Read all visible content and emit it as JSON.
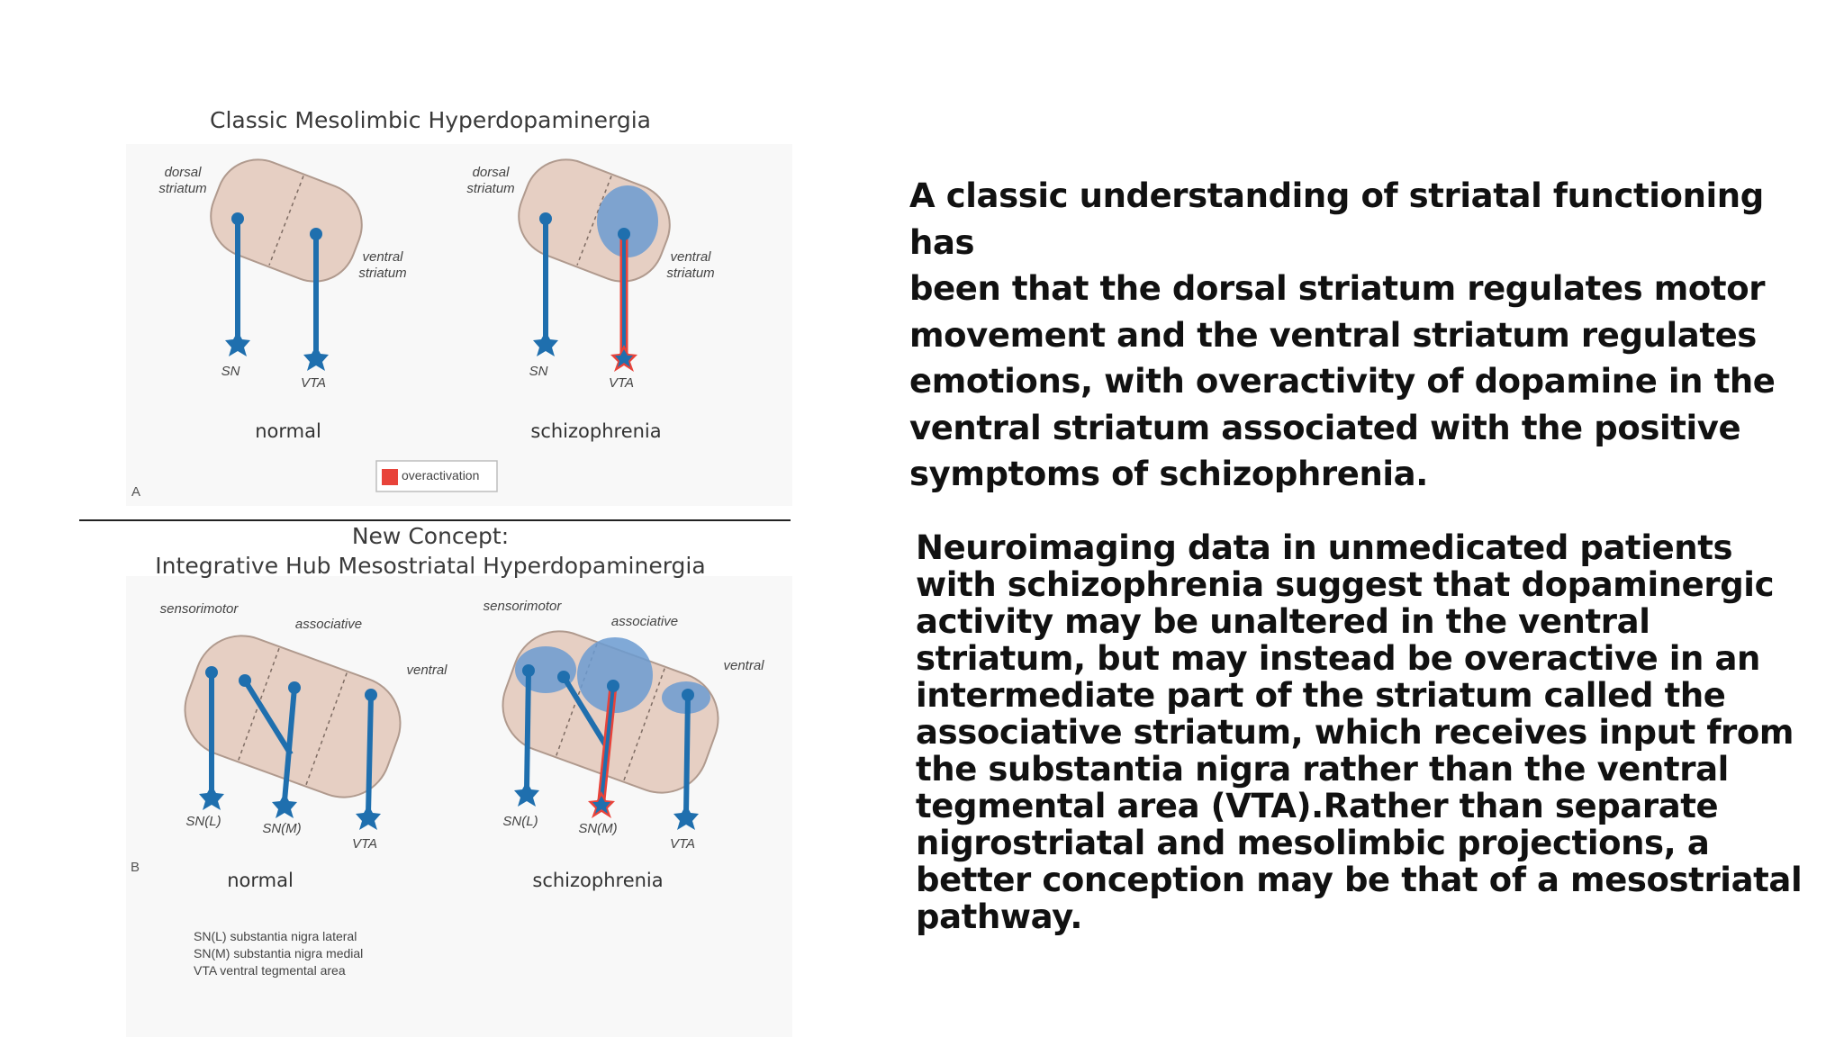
{
  "panel_a": {
    "title": "Classic Mesolimbic Hyperdopaminergia",
    "letter": "A",
    "normal": {
      "label": "normal",
      "dorsal": [
        "dorsal",
        "striatum"
      ],
      "ventral": [
        "ventral",
        "striatum"
      ],
      "sn": "SN",
      "vta": "VTA"
    },
    "schizophrenia": {
      "label": "schizophrenia",
      "dorsal": [
        "dorsal",
        "striatum"
      ],
      "ventral": [
        "ventral",
        "striatum"
      ],
      "sn": "SN",
      "vta": "VTA"
    },
    "legend": "overactivation"
  },
  "panel_b": {
    "title_1": "New Concept:",
    "title_2": "Integrative Hub Mesostriatal Hyperdopaminergia",
    "letter": "B",
    "normal": {
      "label": "normal",
      "sensorimotor": "sensorimotor",
      "associative": "associative",
      "ventral": "ventral",
      "snl": "SN(L)",
      "snm": "SN(M)",
      "vta": "VTA"
    },
    "schizophrenia": {
      "label": "schizophrenia",
      "sensorimotor": "sensorimotor",
      "associative": "associative",
      "ventral": "ventral",
      "snl": "SN(L)",
      "snm": "SN(M)",
      "vta": "VTA"
    },
    "key": [
      "SN(L)  substantia nigra lateral",
      "SN(M) substantia nigra medial",
      "VTA ventral tegmental area"
    ]
  },
  "colors": {
    "striatum_fill": "#e6cfc3",
    "striatum_stroke": "#b09a8e",
    "neuron": "#1f6fae",
    "overactive_blob": "#6b9bd1",
    "red": "#e8433a"
  },
  "text_1": "A classic understanding of striatal functioning has\nbeen that the dorsal striatum regulates motor\nmovement and the ventral striatum regulates\nemotions, with overactivity of dopamine in the\nventral striatum associated with the positive\nsymptoms of schizophrenia.",
  "text_2": " Neuroimaging data in unmedicated patients\nwith schizophrenia suggest that dopaminergic\nactivity may be unaltered in the ventral\nstriatum, but may instead be overactive in an\nintermediate part of the striatum called the\nassociative striatum, which receives input from\nthe substantia nigra rather than the ventral\ntegmental area (VTA).Rather than separate\nnigrostriatal and mesolimbic projections, a\nbetter conception may be that of a mesostriatal\npathway."
}
